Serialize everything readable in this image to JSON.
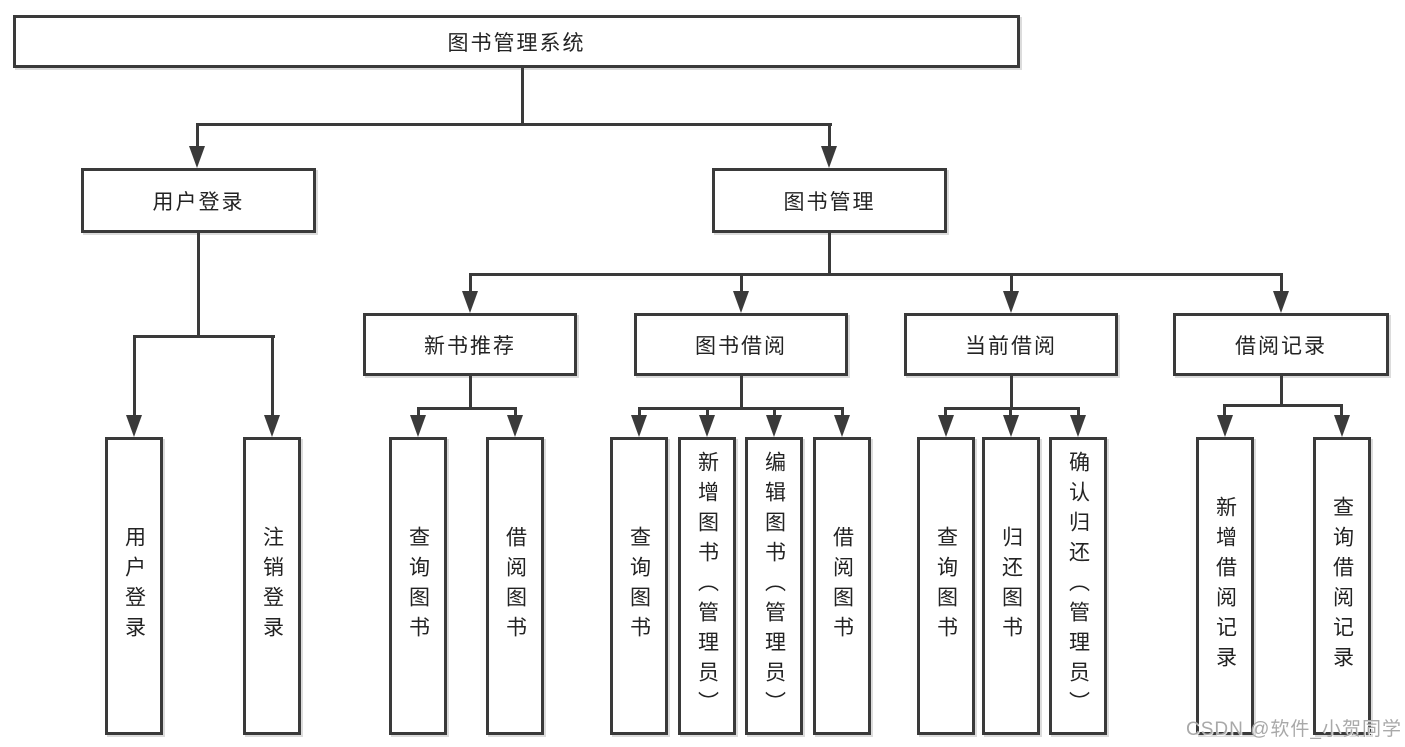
{
  "diagram_title": "图书管理系统",
  "colors": {
    "line": "#3a3a3a",
    "text": "#232323",
    "background": "#ffffff",
    "watermark": "#a9a9a9"
  },
  "tree": {
    "label": "图书管理系统",
    "children": [
      {
        "label": "用户登录",
        "children": [
          {
            "label": "用户登录"
          },
          {
            "label": "注销登录"
          }
        ]
      },
      {
        "label": "图书管理",
        "children": [
          {
            "label": "新书推荐",
            "children": [
              {
                "label": "查询图书"
              },
              {
                "label": "借阅图书"
              }
            ]
          },
          {
            "label": "图书借阅",
            "children": [
              {
                "label": "查询图书"
              },
              {
                "label": "新增图书（管理员）"
              },
              {
                "label": "编辑图书（管理员）"
              },
              {
                "label": "借阅图书"
              }
            ]
          },
          {
            "label": "当前借阅",
            "children": [
              {
                "label": "查询图书"
              },
              {
                "label": "归还图书"
              },
              {
                "label": "确认归还（管理员）"
              }
            ]
          },
          {
            "label": "借阅记录",
            "children": [
              {
                "label": "新增借阅记录"
              },
              {
                "label": "查询借阅记录"
              }
            ]
          }
        ]
      }
    ]
  },
  "watermark": {
    "text": "CSDN @软件_小贺同学"
  }
}
